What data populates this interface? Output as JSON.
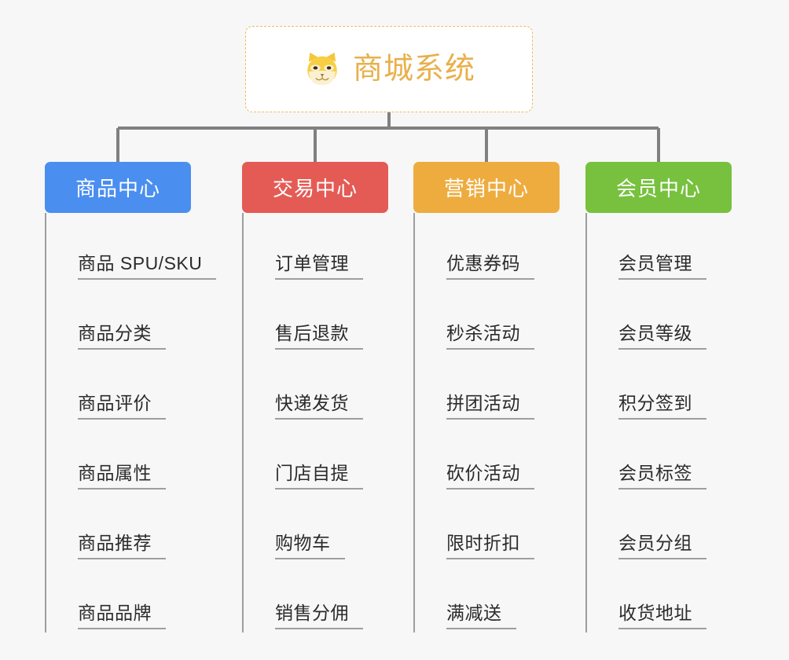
{
  "diagram": {
    "title": "商城系统",
    "background_color": "#f7f7f7",
    "root": {
      "label": "商城系统",
      "icon": "shiba-dog-icon",
      "text_color": "#e8b04b",
      "border_color": "#edb95e",
      "fill_color": "#ffffff"
    },
    "connector_color": "#808080",
    "spine_color": "#9e9e9e",
    "columns": [
      {
        "category": "商品中心",
        "color": "#4a8ef0",
        "items": [
          "商品 SPU/SKU",
          "商品分类",
          "商品评价",
          "商品属性",
          "商品推荐",
          "商品品牌"
        ]
      },
      {
        "category": "交易中心",
        "color": "#e45b55",
        "items": [
          "订单管理",
          "售后退款",
          "快递发货",
          "门店自提",
          "购物车",
          "销售分佣"
        ]
      },
      {
        "category": "营销中心",
        "color": "#eeac3f",
        "items": [
          "优惠券码",
          "秒杀活动",
          "拼团活动",
          "砍价活动",
          "限时折扣",
          "满减送"
        ]
      },
      {
        "category": "会员中心",
        "color": "#77c13e",
        "items": [
          "会员管理",
          "会员等级",
          "积分签到",
          "会员标签",
          "会员分组",
          "收货地址"
        ]
      }
    ]
  }
}
